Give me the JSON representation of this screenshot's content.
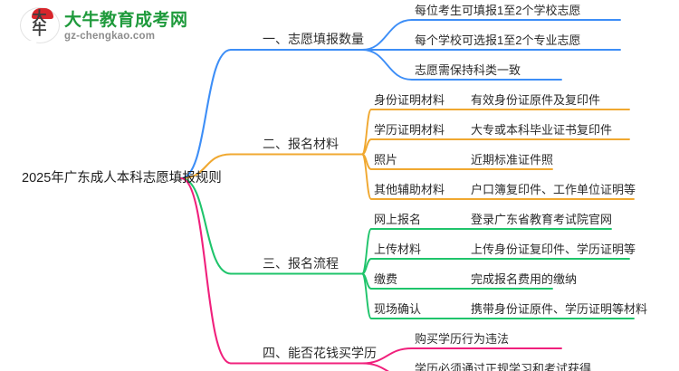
{
  "logo": {
    "mark_char_top": "大",
    "mark_char_bottom": "牛",
    "title": "大牛教育成考网",
    "subtitle": "gz-chengkao.com",
    "title_color": "#1f9a3c",
    "accent_color": "#d8262c"
  },
  "mindmap": {
    "root": {
      "label": "2025年广东成人本科志愿填报规则"
    },
    "branches": [
      {
        "label": "一、志愿填报数量",
        "color": "#3d8ef7",
        "children": [
          {
            "label": "每位考生可填报1至2个学校志愿",
            "detail": ""
          },
          {
            "label": "每个学校可选报1至2个专业志愿",
            "detail": ""
          },
          {
            "label": "志愿需保持科类一致",
            "detail": ""
          }
        ]
      },
      {
        "label": "二、报名材料",
        "color": "#f0a830",
        "children": [
          {
            "label": "身份证明材料",
            "detail": "有效身份证原件及复印件"
          },
          {
            "label": "学历证明材料",
            "detail": "大专或本科毕业证书复印件"
          },
          {
            "label": "照片",
            "detail": "近期标准证件照"
          },
          {
            "label": "其他辅助材料",
            "detail": "户口簿复印件、工作单位证明等"
          }
        ]
      },
      {
        "label": "三、报名流程",
        "color": "#1fc46b",
        "children": [
          {
            "label": "网上报名",
            "detail": "登录广东省教育考试院官网"
          },
          {
            "label": "上传材料",
            "detail": "上传身份证复印件、学历证明等"
          },
          {
            "label": "缴费",
            "detail": "完成报名费用的缴纳"
          },
          {
            "label": "现场确认",
            "detail": "携带身份证原件、学历证明等材料"
          }
        ]
      },
      {
        "label": "四、能否花钱买学历",
        "color": "#f0207c",
        "children": [
          {
            "label": "购买学历行为违法",
            "detail": ""
          },
          {
            "label": "学历必须通过正规学习和考试获得",
            "detail": ""
          }
        ]
      }
    ]
  }
}
